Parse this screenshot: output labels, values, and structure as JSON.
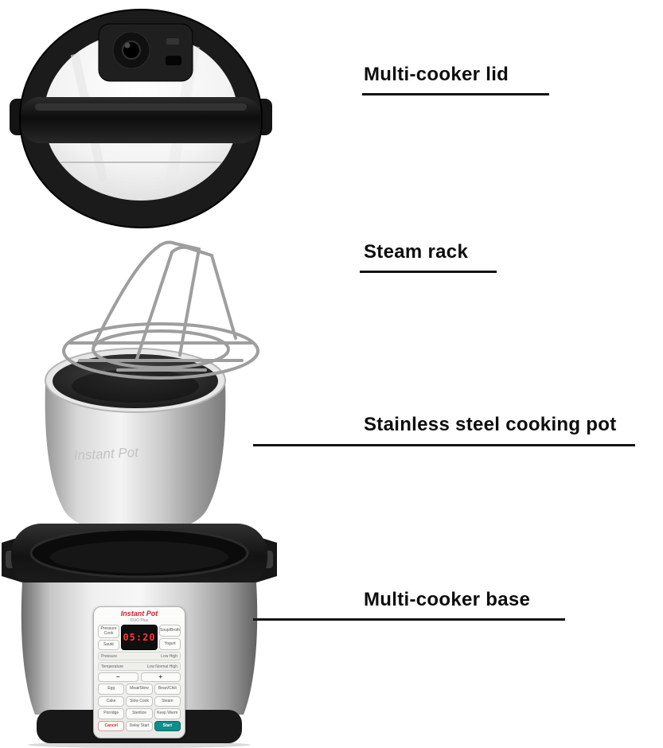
{
  "callouts": [
    {
      "text": "Multi-cooker lid"
    },
    {
      "text": "Steam rack"
    },
    {
      "text": "Stainless steel cooking pot"
    },
    {
      "text": "Multi-cooker base"
    }
  ],
  "product": {
    "pot_brand": "Instant Pot",
    "panel": {
      "brand": "Instant Pot",
      "model": "DUO Plus",
      "display_time": "05:20",
      "indicators": [
        {
          "label": "Pressure",
          "levels": "Low  High"
        },
        {
          "label": "Temperature",
          "levels": "Low Normal High"
        }
      ],
      "side_left": [
        "Pressure Cook",
        "Sauté"
      ],
      "side_right": [
        "Soup/Broth",
        "Yogurt"
      ],
      "minus": "−",
      "plus": "+",
      "grid": [
        "Egg",
        "Meat/Stew",
        "Bean/Chili",
        "Cake",
        "Slow Cook",
        "Steam",
        "Porridge",
        "Sterilize",
        "Keep Warm"
      ],
      "bottom": [
        "Cancel",
        "Delay Start",
        "Start"
      ]
    }
  },
  "colors": {
    "label_text": "#0d0d0d",
    "leader_line": "#131313",
    "brand_red": "#d01e2f",
    "display_red": "#ff372a",
    "start_teal": "#128c8c",
    "cancel_red": "#c2332f"
  }
}
